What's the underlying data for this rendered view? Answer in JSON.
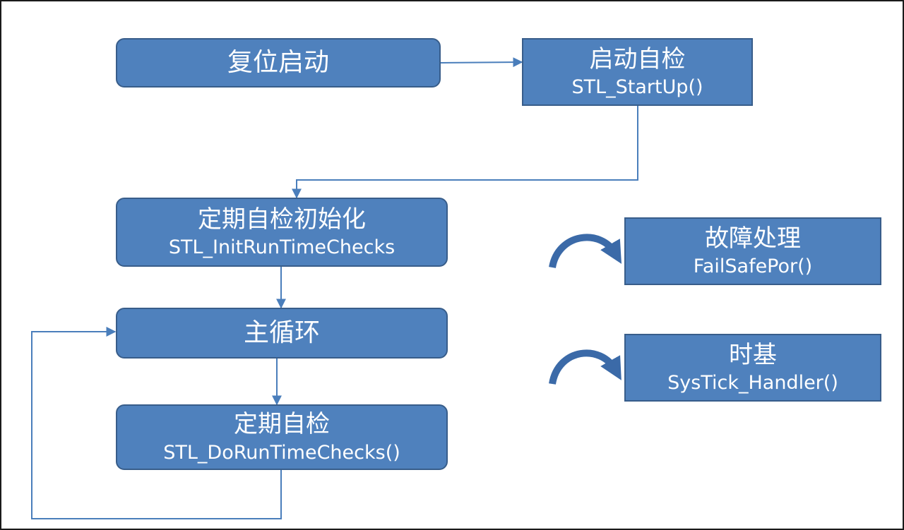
{
  "nodes": {
    "reset": {
      "title": "复位启动"
    },
    "startup": {
      "title": "启动自检",
      "code": "STL_StartUp()"
    },
    "init": {
      "title": "定期自检初始化",
      "code": "STL_InitRunTimeChecks"
    },
    "mainloop": {
      "title": "主循环"
    },
    "runtime": {
      "title": "定期自检",
      "code": "STL_DoRunTimeChecks()"
    },
    "failsafe": {
      "title": "故障处理",
      "code": "FailSafePor()"
    },
    "systick": {
      "title": "时基",
      "code": "SysTick_Handler()"
    }
  },
  "colors": {
    "node_fill": "#4f81bd",
    "node_border": "#385d8a",
    "connector": "#4a7ebb",
    "text": "#ffffff"
  },
  "icons": {
    "curved_arrow": "curved-arrow-icon"
  }
}
